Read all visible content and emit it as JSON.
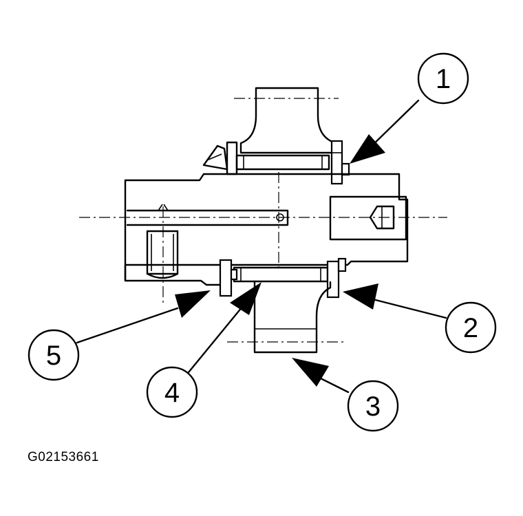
{
  "diagram": {
    "callouts": [
      {
        "id": "1",
        "label": "1"
      },
      {
        "id": "2",
        "label": "2"
      },
      {
        "id": "3",
        "label": "3"
      },
      {
        "id": "4",
        "label": "4"
      },
      {
        "id": "5",
        "label": "5"
      }
    ],
    "reference_code": "G02153661",
    "colors": {
      "ink": "#000000",
      "paper": "#ffffff"
    }
  }
}
